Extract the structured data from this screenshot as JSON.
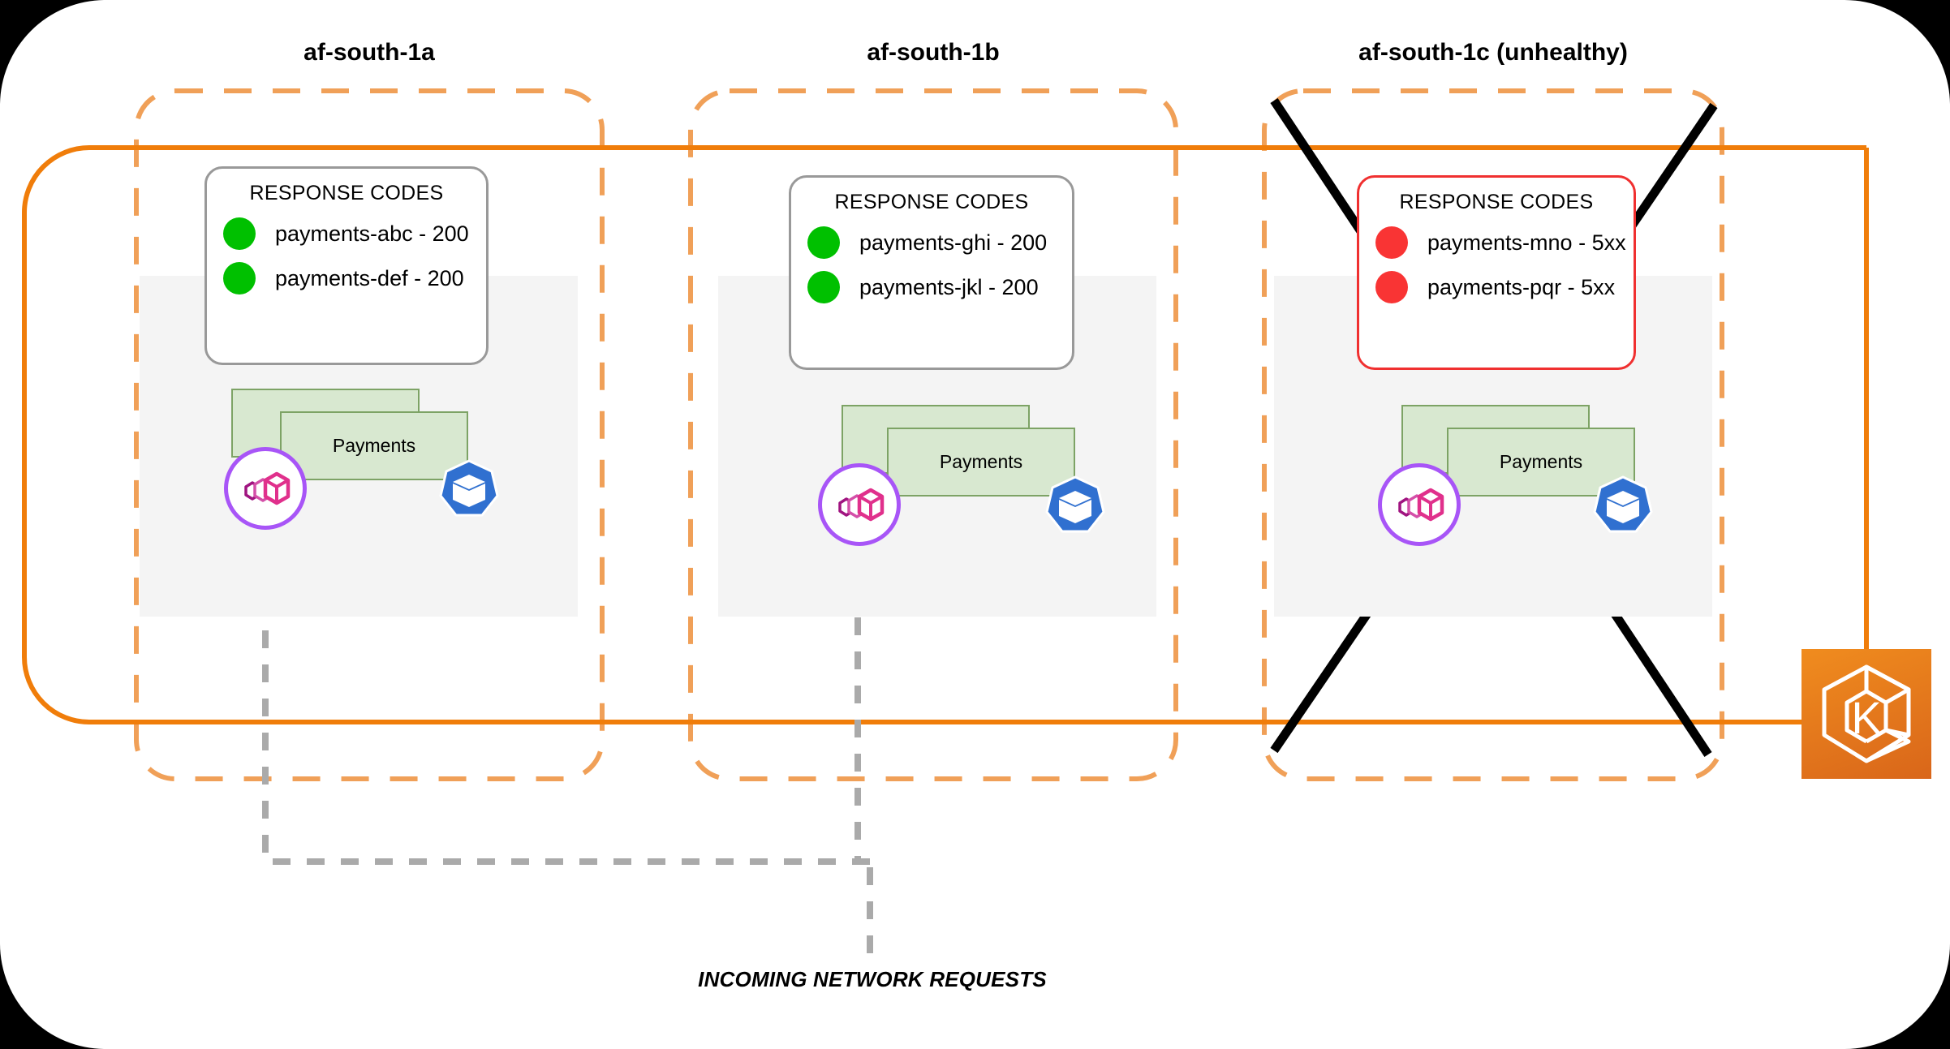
{
  "diagram": {
    "title_note": "EKS multi-AZ payments service with unhealthy zone",
    "flow_label": "INCOMING NETWORK REQUESTS",
    "colors": {
      "az_boundary": "#f0a058",
      "cluster_boundary": "#f07d0a",
      "healthy": "#00c000",
      "unhealthy": "#f93434",
      "panel_border": "#999999",
      "error_panel_border": "#f03030",
      "deployment_fill": "#d8e8d0",
      "deployment_border": "#7da365",
      "sidecar_ring": "#a855f7",
      "sidecar_glyph": "#e0308c",
      "pod_blue": "#3070d0",
      "eks_orange": "#e07818",
      "route_line": "#aaaaaa",
      "strike": "#000000"
    }
  },
  "zones": [
    {
      "id": "az-1a",
      "title": "af-south-1a",
      "healthy": true,
      "struck_out": false,
      "receives_traffic": true,
      "response_codes": {
        "title": "RESPONSE CODES",
        "entries": [
          {
            "status": "healthy",
            "label": "payments-abc - 200"
          },
          {
            "status": "healthy",
            "label": "payments-def - 200"
          }
        ]
      },
      "deployment": {
        "label": "Payments"
      },
      "icons": {
        "sidecar": "service-mesh-sidecar-icon",
        "pod": "kubernetes-pod-icon"
      }
    },
    {
      "id": "az-1b",
      "title": "af-south-1b",
      "healthy": true,
      "struck_out": false,
      "receives_traffic": true,
      "response_codes": {
        "title": "RESPONSE CODES",
        "entries": [
          {
            "status": "healthy",
            "label": "payments-ghi - 200"
          },
          {
            "status": "healthy",
            "label": "payments-jkl - 200"
          }
        ]
      },
      "deployment": {
        "label": "Payments"
      },
      "icons": {
        "sidecar": "service-mesh-sidecar-icon",
        "pod": "kubernetes-pod-icon"
      }
    },
    {
      "id": "az-1c",
      "title": "af-south-1c (unhealthy)",
      "healthy": false,
      "struck_out": true,
      "receives_traffic": false,
      "response_codes": {
        "title": "RESPONSE CODES",
        "entries": [
          {
            "status": "unhealthy",
            "label": "payments-mno - 5xx"
          },
          {
            "status": "unhealthy",
            "label": "payments-pqr - 5xx"
          }
        ]
      },
      "deployment": {
        "label": "Payments"
      },
      "icons": {
        "sidecar": "service-mesh-sidecar-icon",
        "pod": "kubernetes-pod-icon"
      }
    }
  ],
  "cluster": {
    "icon": "aws-eks-icon",
    "icon_letter": "K"
  }
}
